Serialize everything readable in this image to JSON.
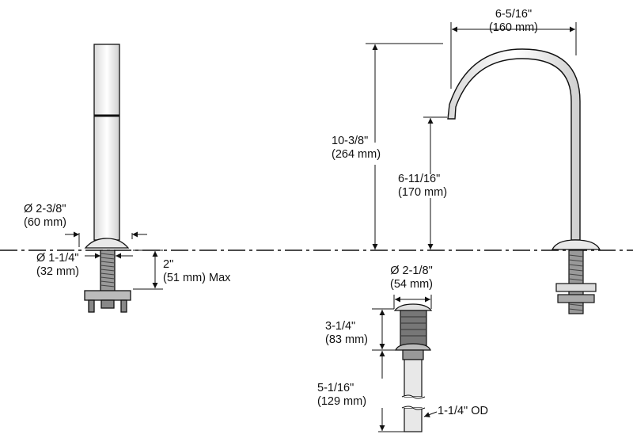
{
  "colors": {
    "line": "#111111",
    "part": "#222222",
    "background": "#ffffff"
  },
  "handle": {
    "base_diameter": {
      "imperial": "Ø 2-3/8\"",
      "metric": "(60 mm)"
    },
    "shank_diameter": {
      "imperial": "Ø 1-1/4\"",
      "metric": "(32 mm)"
    },
    "deck_thickness": {
      "imperial": "2\"",
      "metric": "(51 mm) Max"
    }
  },
  "spout": {
    "reach": {
      "imperial": "6-5/16\"",
      "metric": "(160 mm)"
    },
    "height": {
      "imperial": "10-3/8\"",
      "metric": "(264 mm)"
    },
    "spout_clearance": {
      "imperial": "6-11/16\"",
      "metric": "(170 mm)"
    }
  },
  "drain": {
    "flange_diameter": {
      "imperial": "Ø 2-1/8\"",
      "metric": "(54 mm)"
    },
    "body_height": {
      "imperial": "3-1/4\"",
      "metric": "(83 mm)"
    },
    "total_length": {
      "imperial": "5-1/16\"",
      "metric": "(129 mm)"
    },
    "tailpiece": "1-1/4\" OD"
  }
}
